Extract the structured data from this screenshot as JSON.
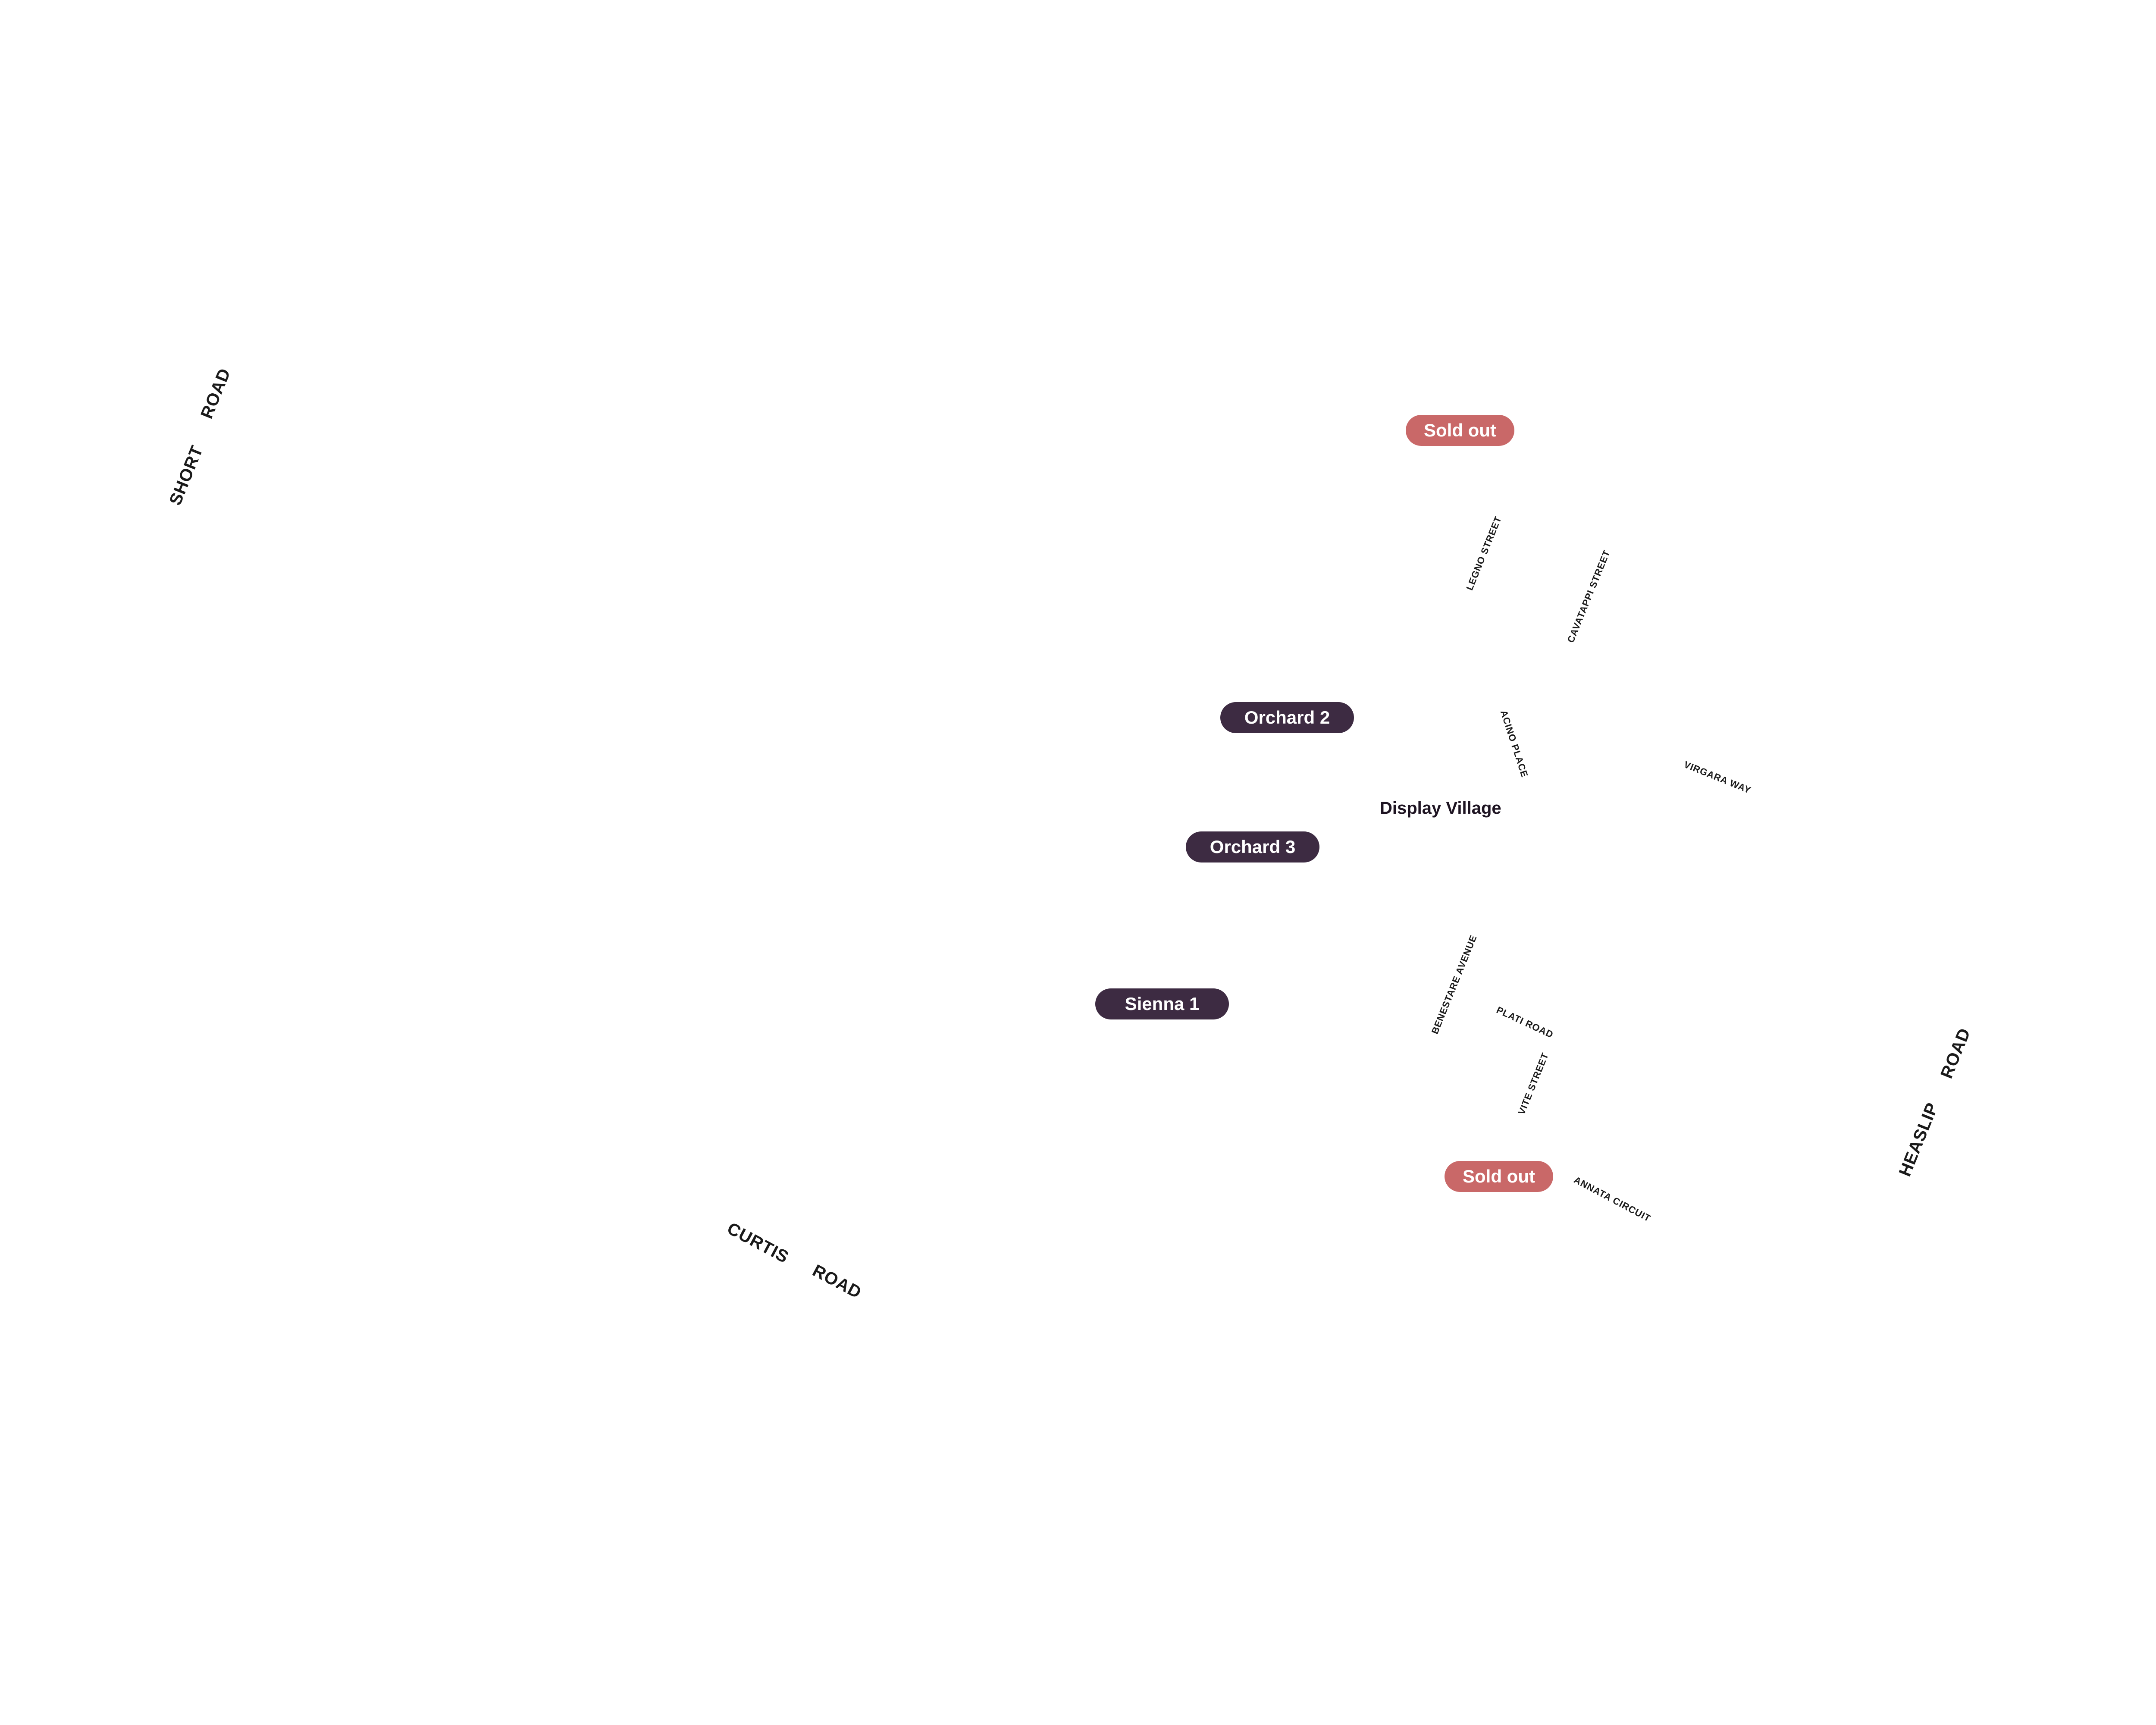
{
  "colors": {
    "pill_dark": "#3d2b42",
    "pill_red": "#c96868",
    "text": "#1a1a1a"
  },
  "markers": {
    "sold_out_top": "Sold out",
    "orchard_2": "Orchard 2",
    "orchard_3": "Orchard 3",
    "sienna_1": "Sienna 1",
    "sold_out_bottom": "Sold out"
  },
  "places": {
    "display_village": "Display Village"
  },
  "roads": {
    "short": "SHORT",
    "short_road": "ROAD",
    "legno_street": "LEGNO STREET",
    "cavatappi_street": "CAVATAPPI STREET",
    "acino_place": "ACINO PLACE",
    "virgara_way": "VIRGARA WAY",
    "benestare_avenue": "BENESTARE AVENUE",
    "plati_road": "PLATI ROAD",
    "vite_street": "VITE STREET",
    "annata_circuit": "ANNATA CIRCUIT",
    "heaslip": "HEASLIP",
    "heaslip_road": "ROAD",
    "curtis": "CURTIS",
    "curtis_road": "ROAD"
  }
}
